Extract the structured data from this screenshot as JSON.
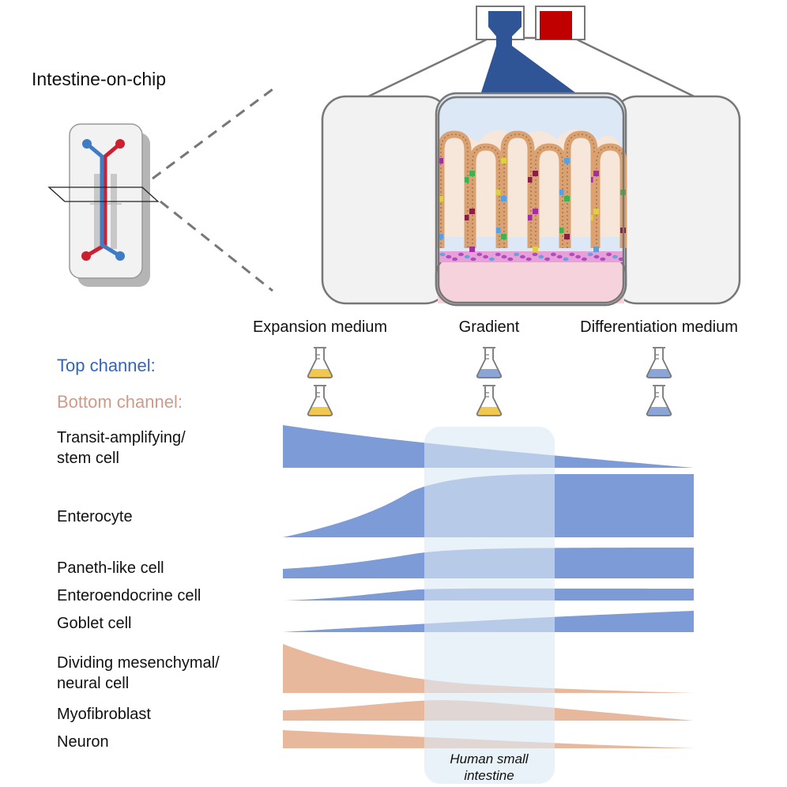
{
  "title": "Intestine-on-chip",
  "conditions": [
    "Expansion medium",
    "Gradient",
    "Differentiation medium"
  ],
  "channels": {
    "top": {
      "label": "Top channel:",
      "color": "#3565b8",
      "flasks": [
        "yellow",
        "blue",
        "blue"
      ]
    },
    "bottom": {
      "label": "Bottom channel:",
      "color": "#d09a88",
      "flasks": [
        "yellow",
        "yellow",
        "blue"
      ]
    }
  },
  "flask_colors": {
    "yellow": "#f0c850",
    "blue": "#8aa5d6"
  },
  "cell_types": [
    {
      "lines": [
        "Transit-amplifying/",
        "stem cell"
      ],
      "color": "#7d9bd6"
    },
    {
      "lines": [
        "Enterocyte"
      ],
      "color": "#7d9bd6"
    },
    {
      "lines": [
        "Paneth-like cell"
      ],
      "color": "#7d9bd6"
    },
    {
      "lines": [
        "Enteroendocrine cell"
      ],
      "color": "#7d9bd6"
    },
    {
      "lines": [
        "Goblet cell"
      ],
      "color": "#7d9bd6"
    },
    {
      "lines": [
        "Dividing mesenchymal/",
        "neural cell"
      ],
      "color": "#e8b89c"
    },
    {
      "lines": [
        "Myofibroblast"
      ],
      "color": "#e8b89c"
    },
    {
      "lines": [
        "Neuron"
      ],
      "color": "#e8b89c"
    }
  ],
  "highlight_label": [
    "Human small",
    "intestine"
  ],
  "colors": {
    "top_blue": "#2f5597",
    "bottom_red": "#c00000",
    "chip_blue": "#3f7cc4",
    "chip_red": "#cc2030"
  }
}
